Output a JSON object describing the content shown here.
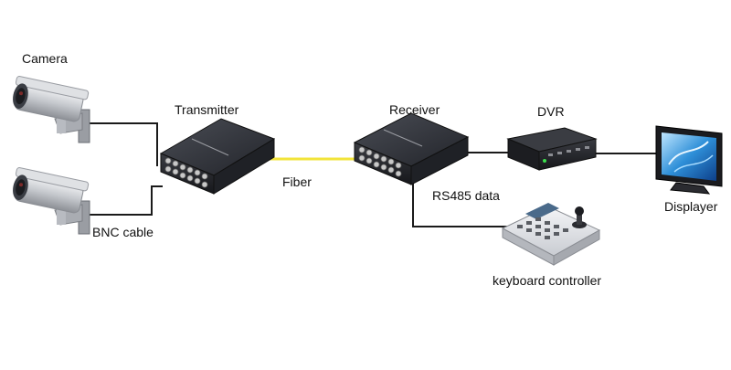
{
  "labels": {
    "camera": "Camera",
    "transmitter": "Transmitter",
    "receiver": "Receiver",
    "dvr": "DVR",
    "fiber": "Fiber",
    "rs485": "RS485 data",
    "bnc": "BNC cable",
    "displayer": "Displayer",
    "keyboard": "keyboard controller"
  },
  "colors": {
    "cable": "#1a1a1a",
    "fiber": "#f2e43a",
    "device": "#2b2d33",
    "camera_body": "#c9ccd1",
    "bnc_connector": "#c8c8c8"
  },
  "icons": {
    "camera": "cctv-camera-icon",
    "media_converter": "fiber-media-converter-icon",
    "dvr": "dvr-recorder-icon",
    "monitor": "lcd-monitor-icon",
    "keyboard": "ptz-keyboard-controller-icon"
  }
}
